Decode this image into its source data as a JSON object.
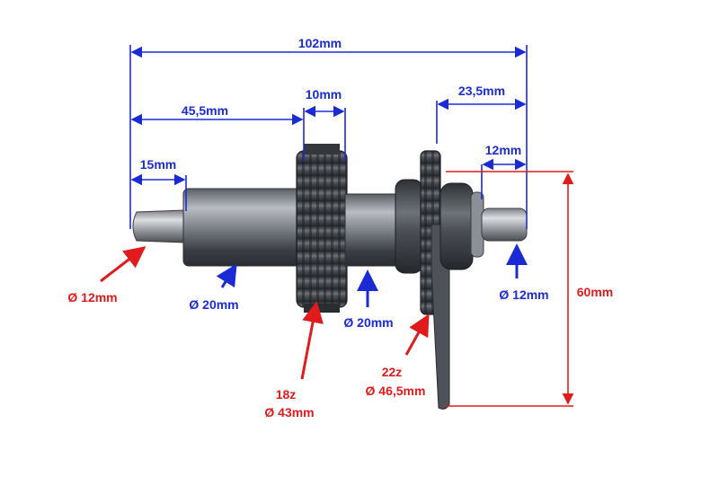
{
  "colors": {
    "blue": "#1a2bd6",
    "red": "#e11b1b",
    "metal_dark": "#3b3f45",
    "metal_mid": "#6c7177",
    "metal_light": "#c3c6ca"
  },
  "dimensions": {
    "overall_length": "102mm",
    "length_45_5": "45,5mm",
    "length_15": "15mm",
    "gear_width": "10mm",
    "length_23_5": "23,5mm",
    "length_12": "12mm",
    "height_60": "60mm"
  },
  "callouts": {
    "left_end_diameter": "Ø 12mm",
    "shaft_diameter_left": "Ø 20mm",
    "shaft_diameter_mid": "Ø 20mm",
    "right_end_diameter": "Ø 12mm",
    "gear_large_teeth": "18z",
    "gear_large_diameter": "Ø 43mm",
    "gear_small_teeth": "22z",
    "gear_small_diameter": "Ø 46,5mm"
  }
}
